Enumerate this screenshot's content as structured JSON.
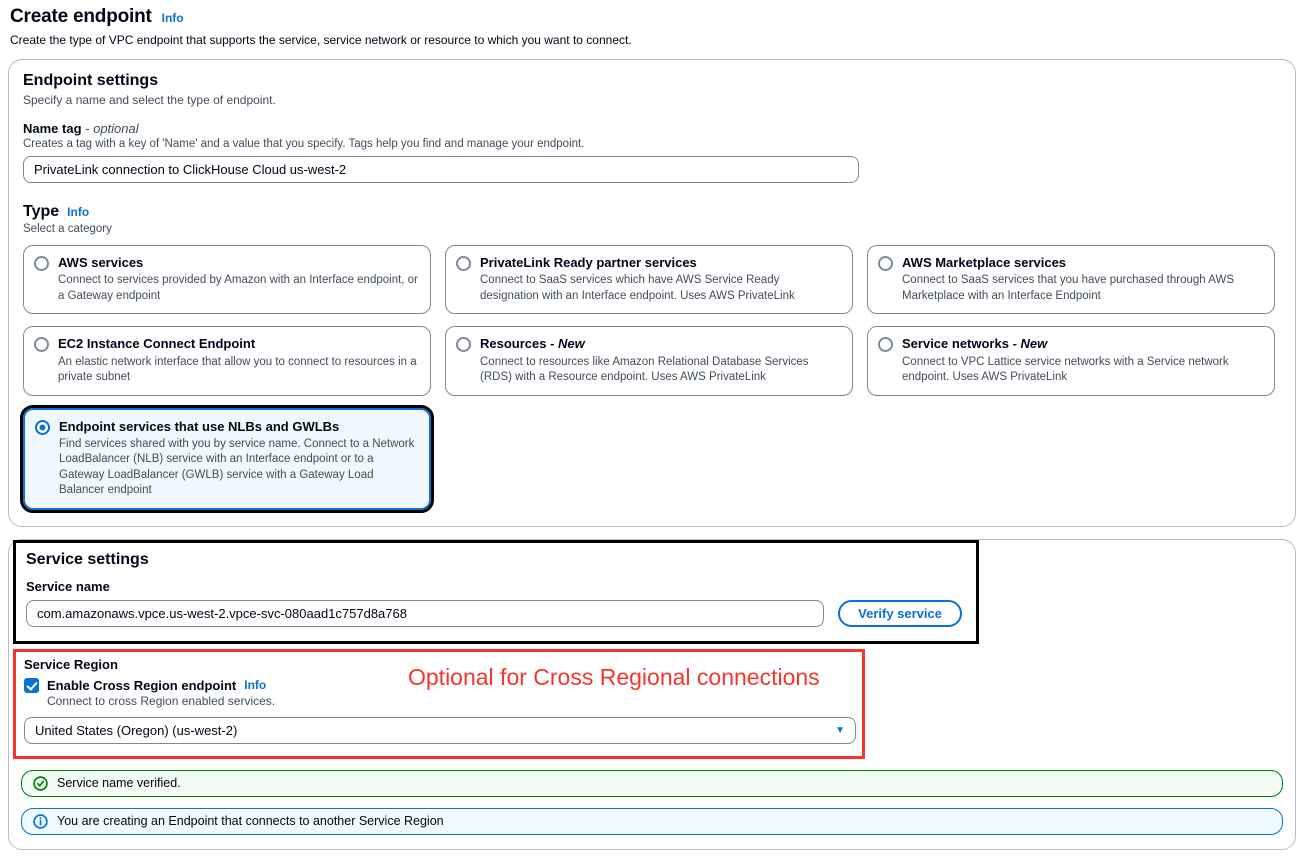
{
  "page": {
    "title": "Create endpoint",
    "title_info": "Info",
    "subtitle": "Create the type of VPC endpoint that supports the service, service network or resource to which you want to connect."
  },
  "endpoint_settings": {
    "heading": "Endpoint settings",
    "description": "Specify a name and select the type of endpoint.",
    "name_tag": {
      "label": "Name tag",
      "optional": " - optional",
      "help": "Creates a tag with a key of 'Name' and a value that you specify. Tags help you find and manage your endpoint.",
      "value": "PrivateLink connection to ClickHouse Cloud us-west-2"
    },
    "type": {
      "heading": "Type",
      "info": "Info",
      "description": "Select a category",
      "options": [
        {
          "title": "AWS services",
          "suffix": "",
          "description": "Connect to services provided by Amazon with an Interface endpoint, or a Gateway endpoint",
          "selected": false
        },
        {
          "title": "PrivateLink Ready partner services",
          "suffix": "",
          "description": "Connect to SaaS services which have AWS Service Ready designation with an Interface endpoint. Uses AWS PrivateLink",
          "selected": false
        },
        {
          "title": "AWS Marketplace services",
          "suffix": "",
          "description": "Connect to SaaS services that you have purchased through AWS Marketplace with an Interface Endpoint",
          "selected": false
        },
        {
          "title": "EC2 Instance Connect Endpoint",
          "suffix": "",
          "description": "An elastic network interface that allow you to connect to resources in a private subnet",
          "selected": false
        },
        {
          "title": "Resources",
          "suffix": " - New",
          "description": "Connect to resources like Amazon Relational Database Services (RDS) with a Resource endpoint. Uses AWS PrivateLink",
          "selected": false
        },
        {
          "title": "Service networks",
          "suffix": " - New",
          "description": "Connect to VPC Lattice service networks with a Service network endpoint. Uses AWS PrivateLink",
          "selected": false
        },
        {
          "title": "Endpoint services that use NLBs and GWLBs",
          "suffix": "",
          "description": "Find services shared with you by service name. Connect to a Network LoadBalancer (NLB) service with an Interface endpoint or to a Gateway LoadBalancer (GWLB) service with a Gateway Load Balancer endpoint",
          "selected": true
        }
      ]
    }
  },
  "service_settings": {
    "heading": "Service settings",
    "service_name": {
      "label": "Service name",
      "value": "com.amazonaws.vpce.us-west-2.vpce-svc-080aad1c757d8a768"
    },
    "verify_button_label": "Verify service",
    "service_region": {
      "label": "Service Region",
      "checkbox_label": "Enable Cross Region endpoint",
      "checkbox_info": "Info",
      "checkbox_help": "Connect to cross Region enabled services.",
      "selected_region": "United States (Oregon) (us-west-2)",
      "checkbox_checked": true
    },
    "alerts": {
      "success_message": "Service name verified.",
      "info_message": "You are creating an Endpoint that connects to another Service Region"
    }
  },
  "annotations": {
    "cross_region_note": "Optional for Cross Regional connections",
    "highlight_color_black": "#000000",
    "highlight_color_red": "#f5362c"
  },
  "colors": {
    "link_blue": "#0972d3",
    "success_green": "#037f0c",
    "selected_option_bg": "#f0f8fd",
    "card_border": "#b6bec9"
  }
}
